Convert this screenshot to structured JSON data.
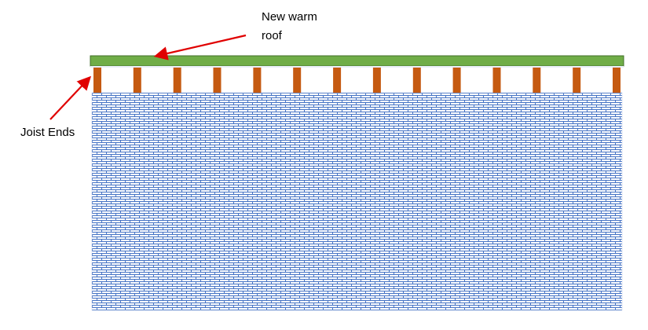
{
  "labels": {
    "roof_line1": "New warm",
    "roof_line2": "roof",
    "joist_ends": "Joist Ends"
  },
  "colors": {
    "roof": "#70AD47",
    "roof_border": "#3f6f27",
    "joist": "#C55A11",
    "brick": "#4472C4",
    "arrow": "#E00000"
  },
  "joist_count": 14
}
